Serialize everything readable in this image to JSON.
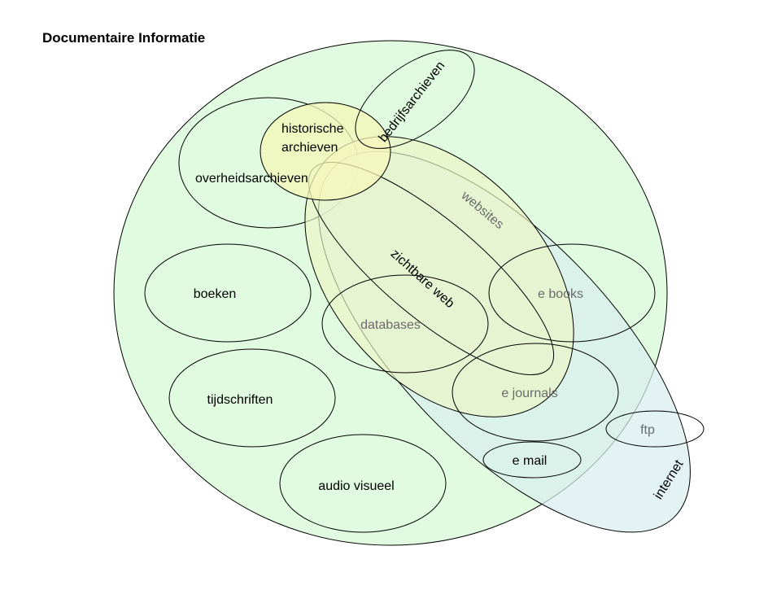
{
  "title": "Documentaire Informatie",
  "labels": {
    "historische_archieven_line1": "historische",
    "historische_archieven_line2": "archieven",
    "bedrijfsarchieven": "bedrijfsarchieven",
    "overheidsarchieven": "overheidsarchieven",
    "websites": "websites",
    "zichtbare_web": "zichtbare web",
    "boeken": "boeken",
    "databases": "databases",
    "e_books": "e books",
    "tijdschriften": "tijdschriften",
    "e_journals": "e journals",
    "ftp": "ftp",
    "e_mail": "e mail",
    "audio_visueel": "audio visueel",
    "internet": "internet"
  },
  "colors": {
    "documentaire_informatie_fill": "#e0fbe0",
    "internet_fill": "#d8eeee",
    "websites_fill": "#eef5c4",
    "historische_archieven_fill": "#f5f7b8",
    "outline": "#000000",
    "dimmed_text": "#6b6b6b"
  }
}
